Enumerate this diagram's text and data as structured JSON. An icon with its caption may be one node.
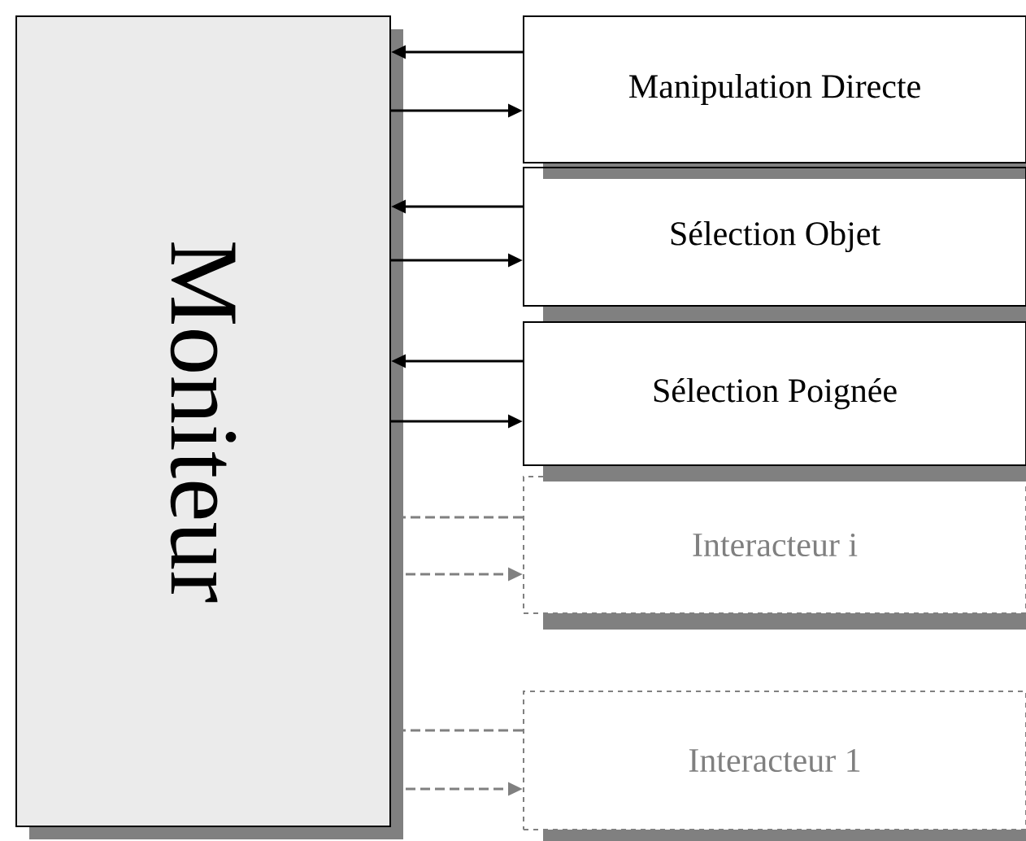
{
  "diagram": {
    "nodes": [
      {
        "text": [
          "Moniteur"
        ]
      },
      {
        "text": [
          "Manipulation Directe"
        ]
      },
      {
        "text": [
          "Sélection Objet"
        ]
      },
      {
        "text": [
          "Sélection Poignée"
        ]
      },
      {
        "text": [
          "Interacteur i"
        ]
      },
      {
        "text": [
          "Interacteur 1"
        ]
      }
    ],
    "edges": [
      {
        "from": 1,
        "to": 0,
        "arrow": "to"
      },
      {
        "from": 0,
        "to": 1,
        "arrow": "to"
      },
      {
        "from": 2,
        "to": 0,
        "arrow": "to"
      },
      {
        "from": 0,
        "to": 2,
        "arrow": "to"
      },
      {
        "from": 3,
        "to": 0,
        "arrow": "to"
      },
      {
        "from": 0,
        "to": 3,
        "arrow": "to"
      },
      {
        "from": 4,
        "to": 0,
        "arrow": "none",
        "style": "dashed",
        "color": "#808080"
      },
      {
        "from": 0,
        "to": 4,
        "arrow": "to",
        "style": "dashed",
        "color": "#808080"
      },
      {
        "from": 5,
        "to": 0,
        "arrow": "none",
        "style": "dashed",
        "color": "#808080"
      },
      {
        "from": 0,
        "to": 5,
        "arrow": "to",
        "style": "dashed",
        "color": "#808080"
      }
    ]
  }
}
